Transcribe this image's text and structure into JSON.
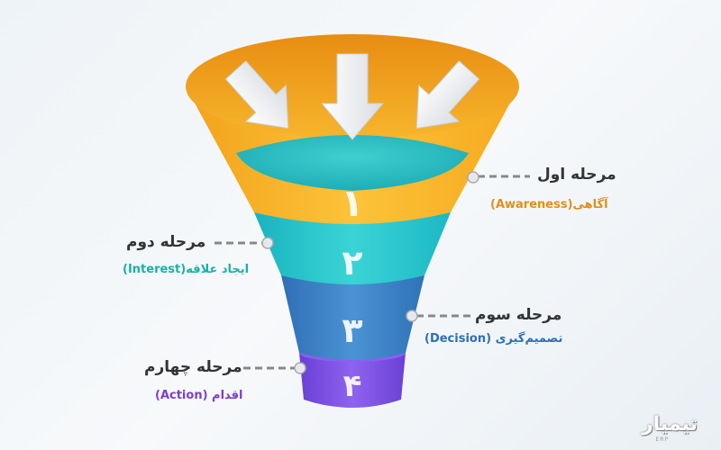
{
  "stages": [
    {
      "title": "مرحله اول",
      "subtitle": "آگاهی(Awareness)",
      "number": "۱",
      "color": "#f0a51c",
      "subtitle_color": "#e0901a"
    },
    {
      "title": "مرحله دوم",
      "subtitle": "ایجاد علاقه(Interest)",
      "number": "۲",
      "color": "#27c6c9",
      "subtitle_color": "#1ab0a8"
    },
    {
      "title": "مرحله سوم",
      "subtitle": "تصمیم‌گیری (Decision)",
      "number": "۳",
      "color": "#3a84c7",
      "subtitle_color": "#2f6fb0"
    },
    {
      "title": "مرحله چهارم",
      "subtitle": "اقدام (Action)",
      "number": "۴",
      "color": "#7b4fe0",
      "subtitle_color": "#7a3fcf"
    }
  ],
  "logo": {
    "text": "تیمیار",
    "tag": "ERP"
  }
}
